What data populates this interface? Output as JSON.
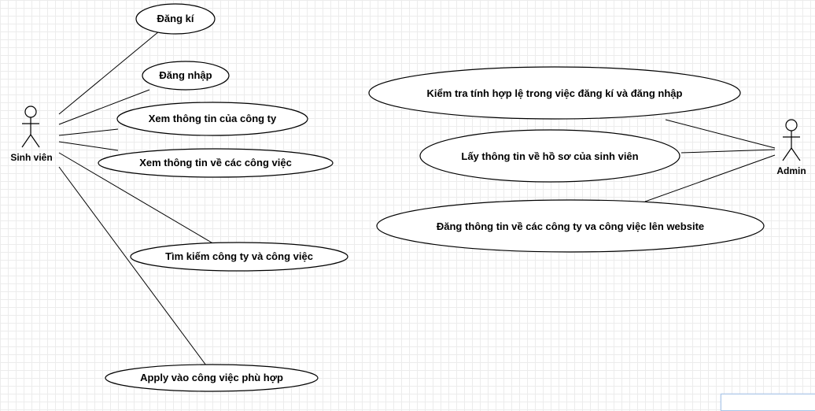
{
  "diagram": {
    "type": "use-case",
    "actors": [
      {
        "id": "sinh-vien",
        "label": "Sinh viên"
      },
      {
        "id": "admin",
        "label": "Admin"
      }
    ],
    "use_cases": [
      {
        "id": "dang-ki",
        "label": "Đăng kí",
        "actor": "sinh-vien"
      },
      {
        "id": "dang-nhap",
        "label": "Đăng nhập",
        "actor": "sinh-vien"
      },
      {
        "id": "xem-thong-tin-cong-ty",
        "label": "Xem thông tin của công ty",
        "actor": "sinh-vien"
      },
      {
        "id": "xem-thong-tin-cong-viec",
        "label": "Xem thông tin về các công việc",
        "actor": "sinh-vien"
      },
      {
        "id": "tim-kiem",
        "label": "Tìm kiếm công ty và công việc",
        "actor": "sinh-vien"
      },
      {
        "id": "apply",
        "label": "Apply vào công việc phù hợp",
        "actor": "sinh-vien"
      },
      {
        "id": "kiem-tra",
        "label": "Kiểm tra tính hợp lệ trong việc đăng kí và đăng nhập",
        "actor": "admin"
      },
      {
        "id": "lay-thong-tin",
        "label": "Lấy thông tin về hồ sơ của sinh viên",
        "actor": "admin"
      },
      {
        "id": "dang-thong-tin",
        "label": "Đăng thông tin về các công ty va công việc lên website",
        "actor": "admin"
      }
    ]
  }
}
